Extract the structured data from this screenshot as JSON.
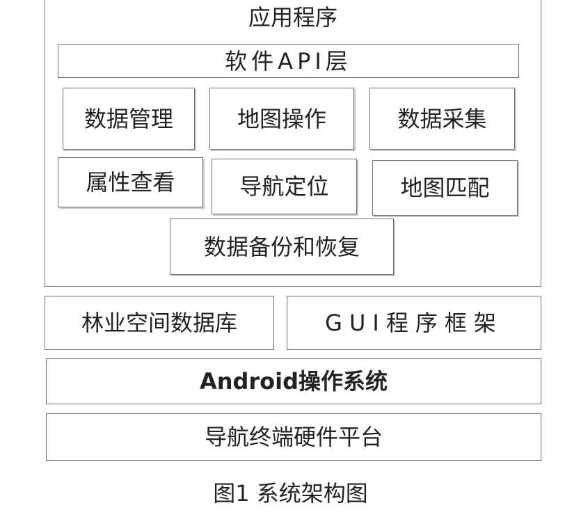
{
  "diagram": {
    "app_layer": {
      "title": "应用程序",
      "api_layer": "软件API层",
      "modules": [
        "数据管理",
        "地图操作",
        "数据采集",
        "属性查看",
        "导航定位",
        "地图匹配",
        "数据备份和恢复"
      ]
    },
    "middle_layer": {
      "database": "林业空间数据库",
      "gui": "GUI程序框架"
    },
    "os_layer": "Android操作系统",
    "hardware_layer": "导航终端硬件平台",
    "caption": "图1 系统架构图"
  },
  "colors": {
    "border": "#6e6e6e",
    "text": "#222222"
  }
}
